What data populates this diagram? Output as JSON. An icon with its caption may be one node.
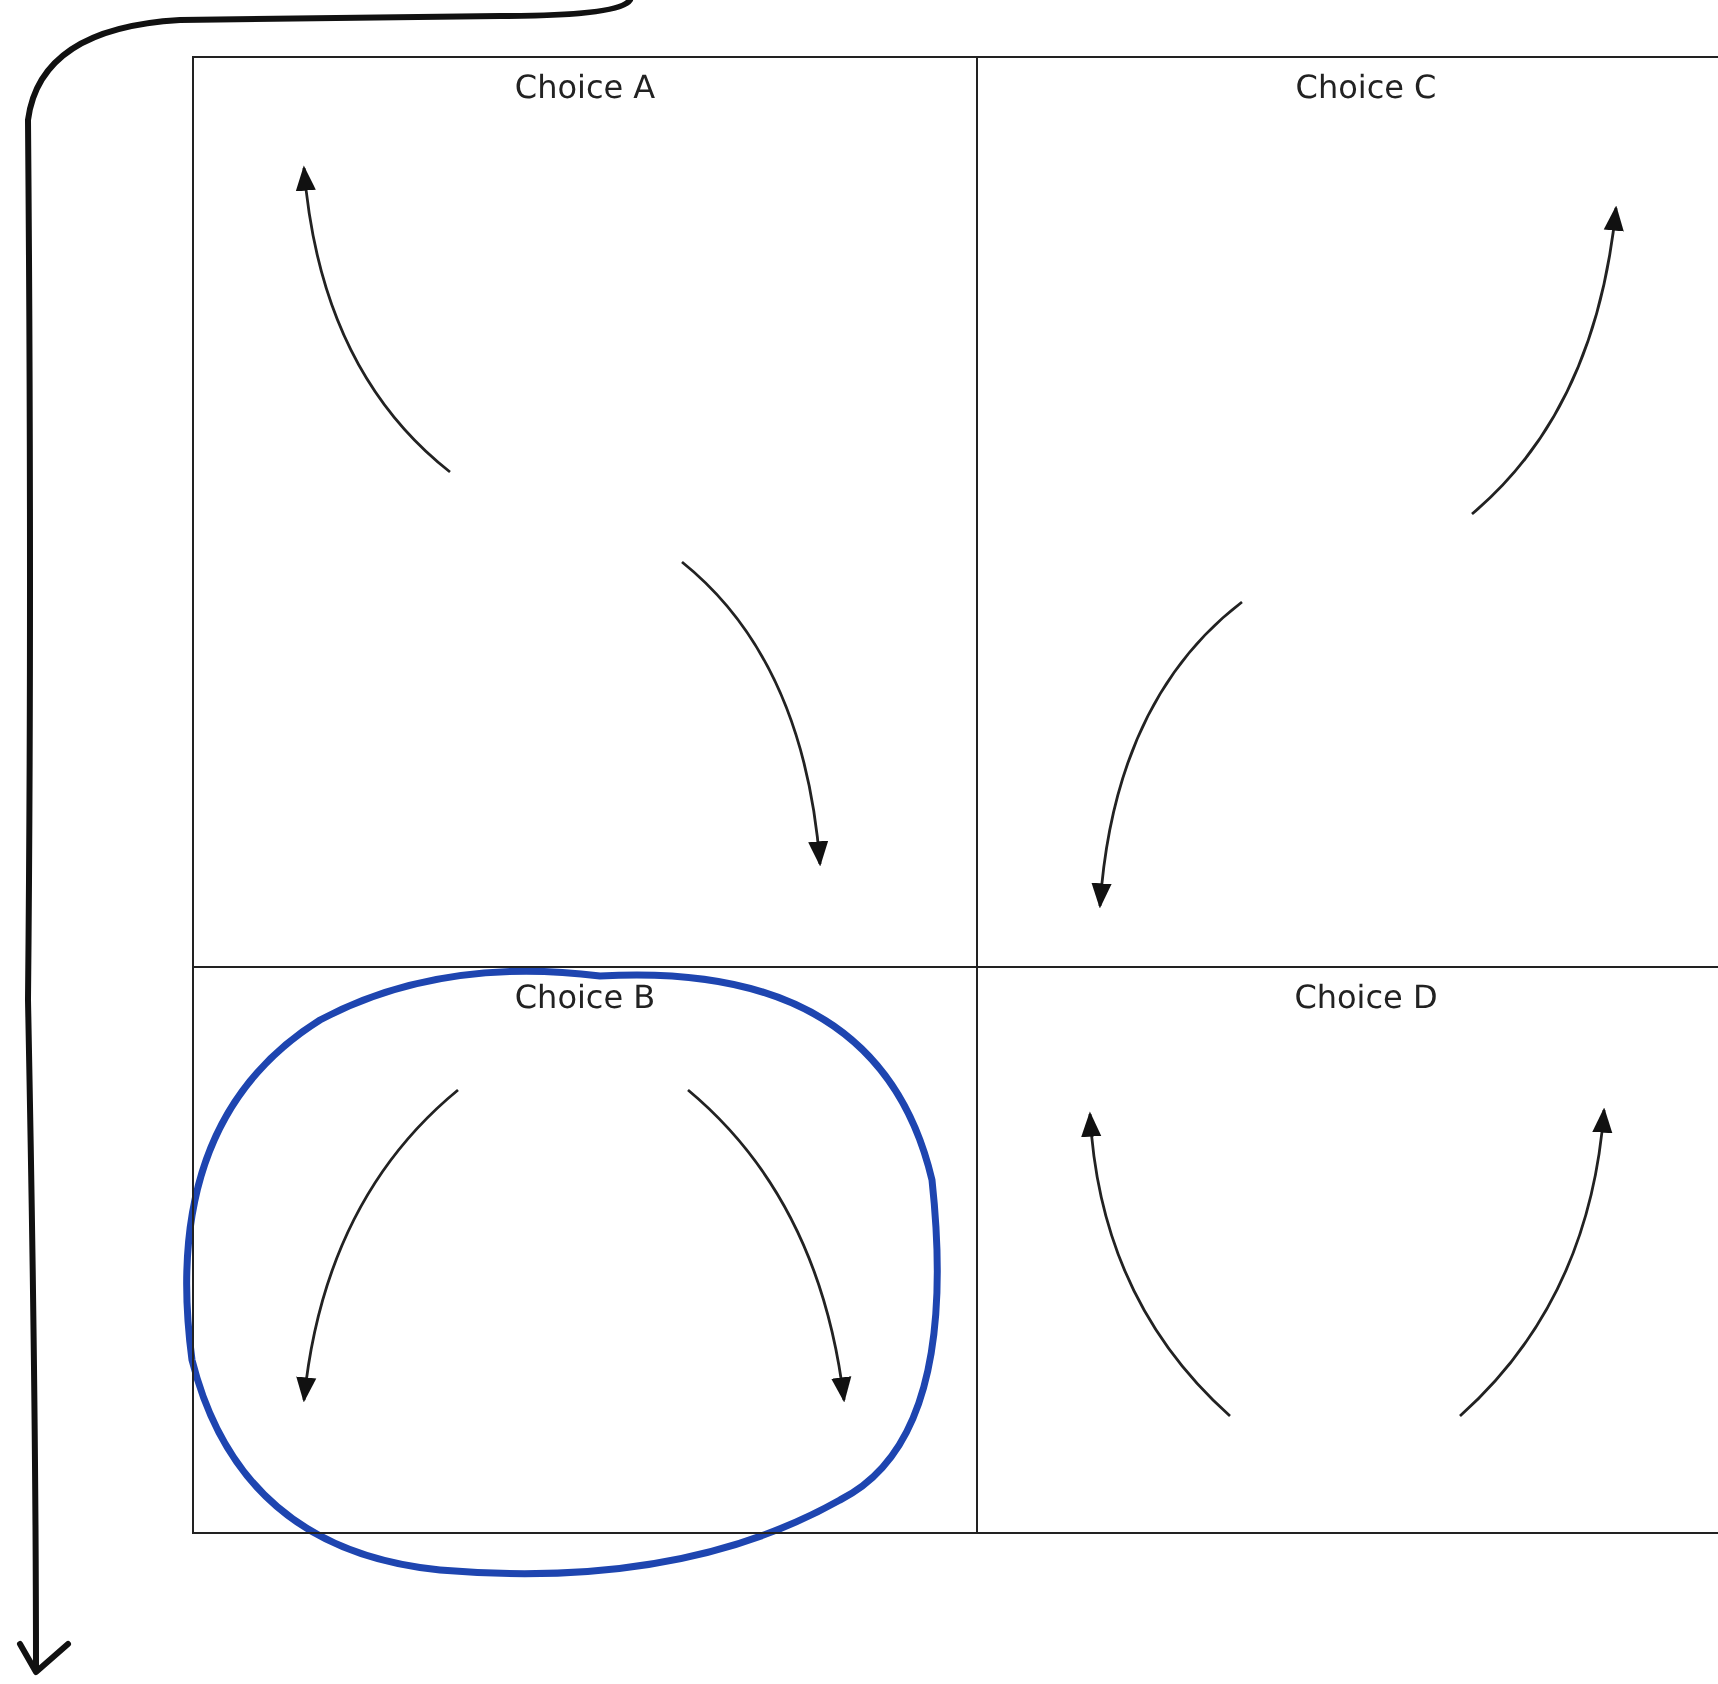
{
  "diagram": {
    "nodes": [
      {
        "text": [
          "Choice A"
        ]
      },
      {
        "text": [
          "Choice C"
        ]
      },
      {
        "text": [
          "Choice B"
        ]
      },
      {
        "text": [
          "Choice D"
        ]
      }
    ]
  }
}
